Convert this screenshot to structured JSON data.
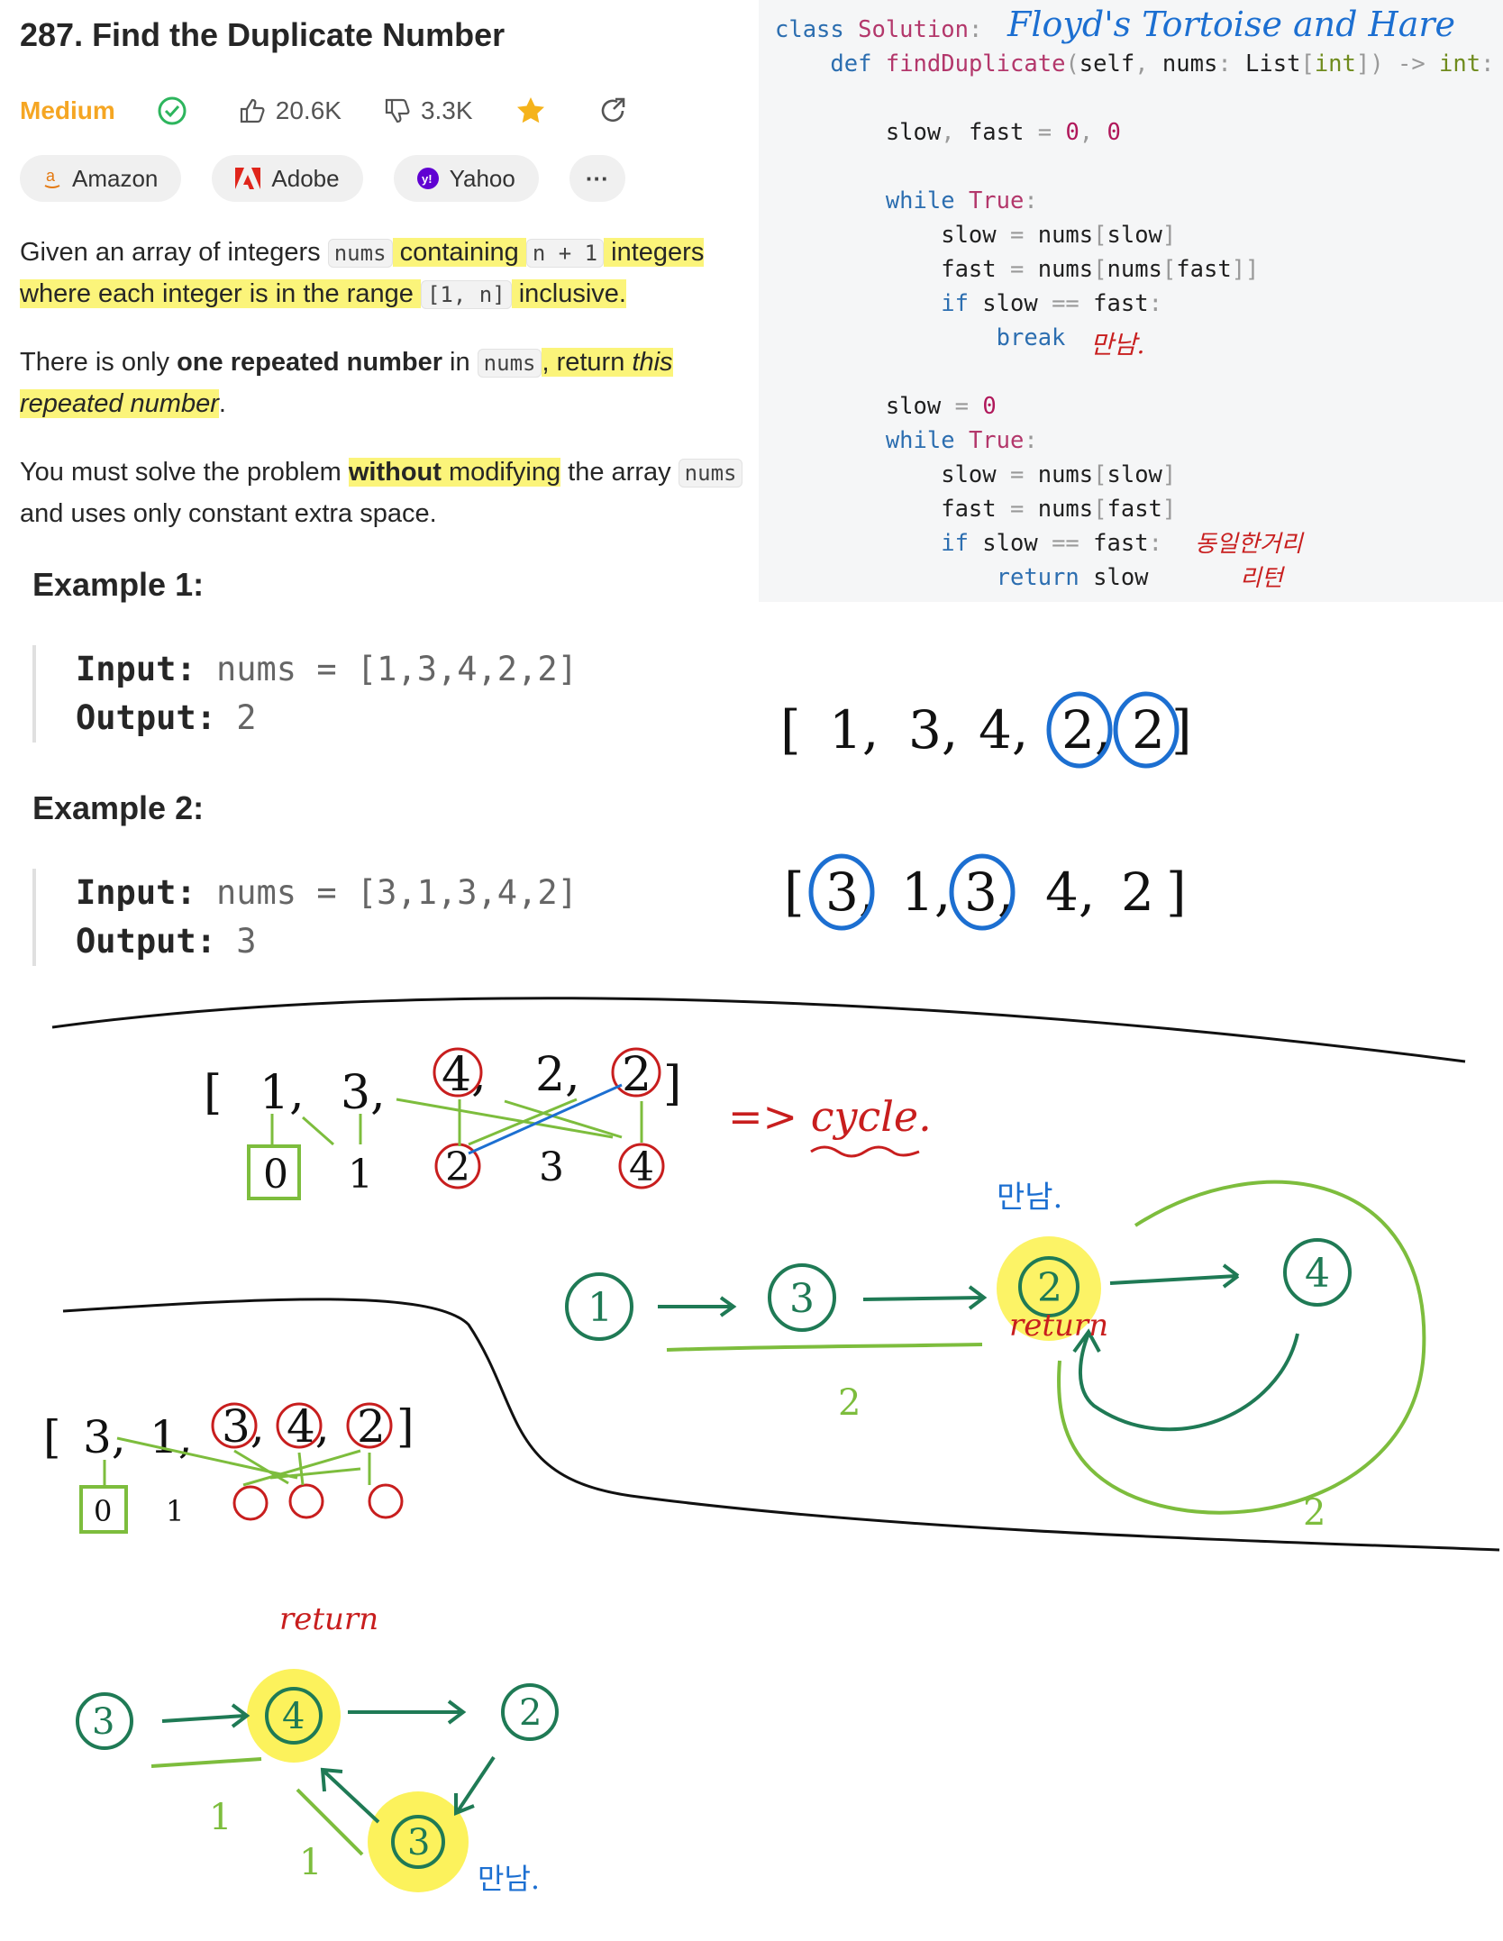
{
  "problem": {
    "title": "287. Find the Duplicate Number",
    "difficulty": "Medium",
    "likes": "20.6K",
    "dislikes": "3.3K",
    "companies": [
      "Amazon",
      "Adobe",
      "Yahoo"
    ],
    "more_label": "···"
  },
  "description": {
    "p1": [
      "Given an array of integers ",
      "nums",
      " containing ",
      "n + 1",
      " integers where each integer is in the range ",
      "[1, n]",
      " inclusive."
    ],
    "p2": [
      "There is only ",
      "one repeated number",
      " in ",
      "nums",
      ", return ",
      "this repeated number",
      "."
    ],
    "p3": [
      "You must solve the problem ",
      "without",
      " modifying",
      " the array ",
      "nums",
      " and uses only constant extra space."
    ]
  },
  "examples": [
    {
      "heading": "Example 1:",
      "input_label": "Input:",
      "input_value": "nums = [1,3,4,2,2]",
      "output_label": "Output:",
      "output_value": "2"
    },
    {
      "heading": "Example 2:",
      "input_label": "Input:",
      "input_value": "nums = [3,1,3,4,2]",
      "output_label": "Output:",
      "output_value": "3"
    }
  ],
  "code_lines": [
    "class Solution:",
    "    def findDuplicate(self, nums: List[int]) -> int:",
    "",
    "        slow, fast = 0, 0",
    "",
    "        while True:",
    "            slow = nums[slow]",
    "            fast = nums[nums[fast]]",
    "            if slow == fast:",
    "                break",
    "",
    "        slow = 0",
    "        while True:",
    "            slow = nums[slow]",
    "            fast = nums[fast]",
    "            if slow == fast:",
    "                return slow"
  ],
  "annotations": {
    "code_title": "Floyd's Tortoise and Hare",
    "meet": "만남.",
    "same_distance_line1": "동일한거리",
    "same_distance_line2": "리턴",
    "cycle": "=> cycle.",
    "return": "return",
    "dist_2": "2",
    "dist_1": "1",
    "array1": [
      "[",
      "1,",
      "3,",
      "4,",
      "2,",
      "2",
      "]"
    ],
    "array2": [
      "[",
      "3,",
      "1,",
      "3,",
      "4,",
      "2",
      "]"
    ],
    "index_labels": [
      "0",
      "1",
      "2",
      "3",
      "4"
    ]
  },
  "colors": {
    "accent_yellow": "#fbf47a",
    "difficulty": "#f5a623",
    "ink_green": "#7dbd3d",
    "ink_dark_green": "#1f7a55",
    "ink_red": "#c81e1e",
    "ink_blue": "#1c6fd1"
  }
}
